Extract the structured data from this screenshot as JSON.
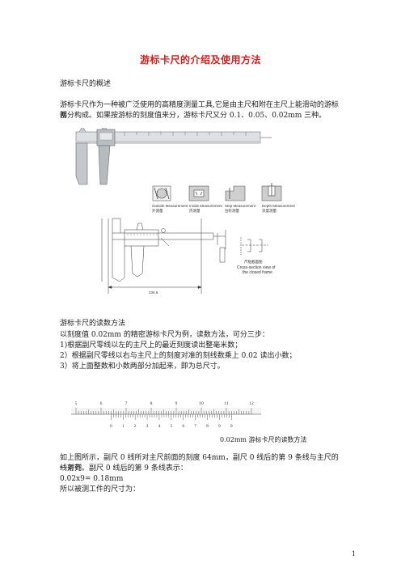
{
  "title": "游标卡尺的介绍及使用方法",
  "section1": {
    "heading": "游标卡尺的概述",
    "para_line1": "游标卡尺作为一种被广泛使用的高精度测量工具,它是由主尺和附在主尺上能滑动的游标两",
    "para_line2": "部分构成。如果按游标的刻度值来分，游标卡尺又分 0.1、0.05、0.02mm 三种。"
  },
  "figure": {
    "labels": {
      "outside_en": "Outside Measurement",
      "outside_cn": "外测量",
      "inside_en": "Inside Measurement",
      "inside_cn": "内测量",
      "step_en": "Step Measurement",
      "step_cn": "台阶测量",
      "depth_en": "Depth Measurement",
      "depth_cn": "深度测量",
      "cross_cn": "尺框截面图",
      "cross_en1": "Cross-section view of",
      "cross_en2": "the closed frame",
      "dim_length": "234.5"
    }
  },
  "section2": {
    "heading": "游标卡尺的读数方法",
    "intro": "以刻度值 0.02mm 的精密游标卡尺为例，读数方法，可分三步：",
    "step1": "1)根据副尺零线以左的主尺上的最近刻度读出整毫米数；",
    "step2": "2）根据副尺零线以右与主尺上的刻度对准的刻线数乘上 0.02 读出小数；",
    "step3": "3）将上面整数和小数两部分加起来，即为总尺寸。"
  },
  "scale_figure": {
    "main_numbers": [
      "5",
      "6",
      "7",
      "8",
      "9",
      "10",
      "11",
      "12"
    ],
    "vernier_numbers": [
      "0",
      "1",
      "2",
      "3",
      "4",
      "5",
      "6",
      "7",
      "8",
      "9",
      "0"
    ],
    "caption": "0.02mm 游标卡尺的读数方法"
  },
  "section3": {
    "para_line1": "如上图所示，副尺 0 线所对主尺前面的刻度 64mm，副尺 0 线后的第 9 条线与主尺的一条刻",
    "para_line2": "线对齐。副尺 0  线后的第 9 条线表示：",
    "formula": "0.02x9= 0.18mm",
    "last_line": "所以被测工件的尺寸为："
  },
  "page_number": "1"
}
